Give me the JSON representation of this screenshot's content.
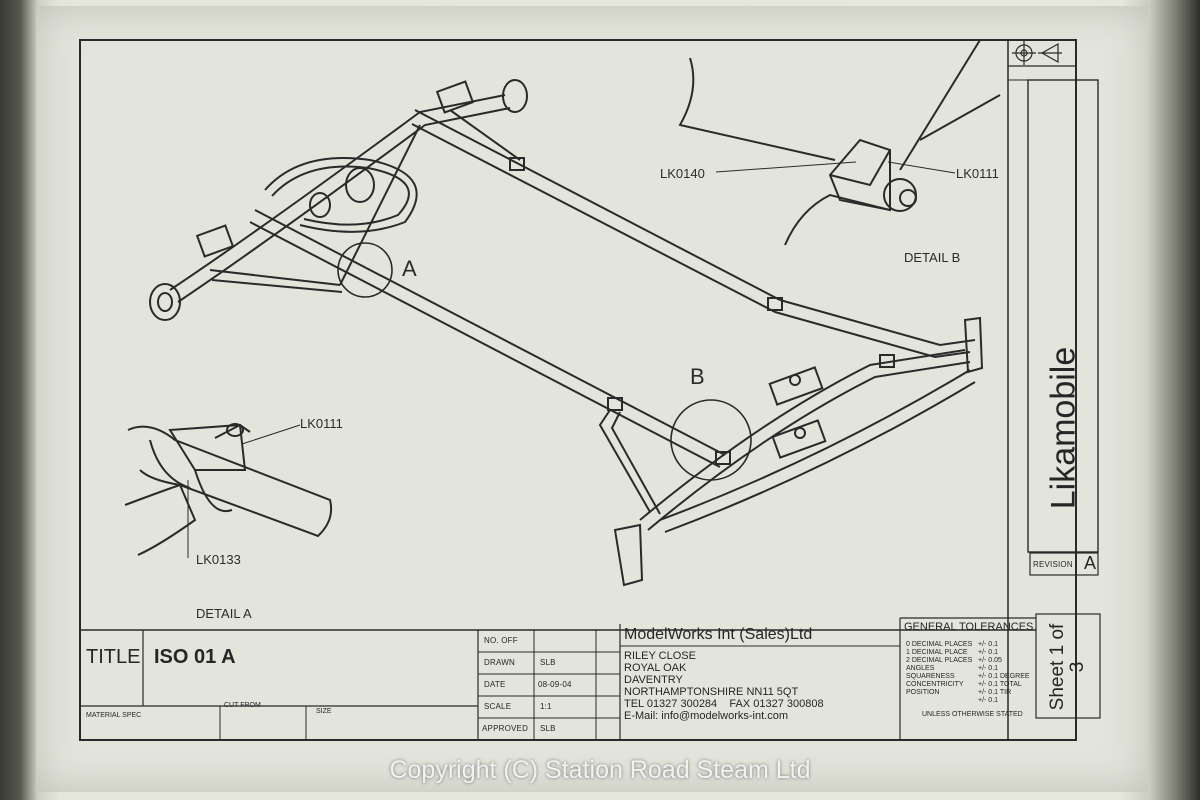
{
  "drawing": {
    "title_label": "TITLE",
    "title": "ISO 01 A",
    "product": "Likamobile",
    "revision_label": "REVISION",
    "revision": "A",
    "sheet": "Sheet 1 of 3",
    "material_label": "MATERIAL SPEC",
    "cut_from_label": "CUT FROM",
    "size_label": "SIZE"
  },
  "fields": [
    {
      "label": "NO. OFF",
      "value": ""
    },
    {
      "label": "DRAWN",
      "value": "SLB"
    },
    {
      "label": "DATE",
      "value": "08-09-04"
    },
    {
      "label": "SCALE",
      "value": "1:1"
    },
    {
      "label": "APPROVED",
      "value": "SLB"
    }
  ],
  "company": {
    "name": "ModelWorks Int (Sales)Ltd",
    "address": [
      "RILEY CLOSE",
      "ROYAL OAK",
      "DAVENTRY",
      "NORTHAMPTONSHIRE NN11 5QT"
    ],
    "tel": "TEL 01327 300284",
    "fax": "FAX 01327 300808",
    "email": "E-Mail: info@modelworks-int.com"
  },
  "tolerances": {
    "heading": "GENERAL TOLERANCES",
    "rows": [
      {
        "label": "0 DECIMAL PLACES",
        "value": "+/- 0.1"
      },
      {
        "label": "1 DECIMAL PLACE",
        "value": "+/- 0.1"
      },
      {
        "label": "2 DECIMAL PLACES",
        "value": "+/- 0.05"
      },
      {
        "label": "ANGLES",
        "value": "+/- 0.1"
      },
      {
        "label": "SQUARENESS",
        "value": "+/- 0.1 DEGREE"
      },
      {
        "label": "CONCENTRICITY",
        "value": "+/- 0.1 TOTAL"
      },
      {
        "label": "POSITION",
        "value": "+/- 0.1 TIR"
      },
      {
        "label": "",
        "value": "+/- 0.1"
      }
    ],
    "note": "UNLESS OTHERWISE STATED"
  },
  "callouts": {
    "circle_a": "A",
    "circle_b": "B",
    "detail_a": "DETAIL A",
    "detail_b": "DETAIL B",
    "part_lk0140": "LK0140",
    "part_lk0111_b": "LK0111",
    "part_lk0111_a": "LK0111",
    "part_lk0133": "LK0133"
  },
  "copyright": "Copyright (C) Station Road Steam Ltd"
}
